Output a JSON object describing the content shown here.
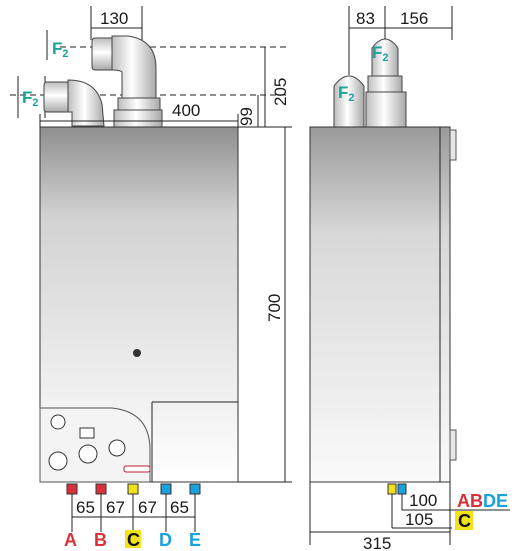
{
  "front_view": {
    "dimensions": {
      "flue_offset": "130",
      "flue_height": "205",
      "flue_to_top": "99",
      "width": "400",
      "height": "700"
    },
    "flue_marks": [
      "F",
      "F"
    ],
    "connection_spacing": [
      "65",
      "67",
      "67",
      "65"
    ],
    "connections": [
      {
        "letter": "A",
        "color": "#d9303a"
      },
      {
        "letter": "B",
        "color": "#d9303a"
      },
      {
        "letter": "C",
        "color": "#111111",
        "highlight": "#f2e21b"
      },
      {
        "letter": "D",
        "color": "#1aa2dc"
      },
      {
        "letter": "E",
        "color": "#1aa2dc"
      }
    ]
  },
  "side_view": {
    "dimensions": {
      "flue_offset_a": "83",
      "flue_offset_b": "156",
      "depth": "315",
      "conn_depth_1": "100",
      "conn_depth_2": "105"
    },
    "flue_marks": [
      "F",
      "F"
    ],
    "conn_label_1": [
      {
        "letter": "A",
        "color": "#d9303a"
      },
      {
        "letter": "B",
        "color": "#d9303a"
      },
      {
        "letter": "D",
        "color": "#1aa2dc"
      },
      {
        "letter": "E",
        "color": "#1aa2dc"
      }
    ],
    "conn_label_2": {
      "letter": "C",
      "color": "#111111",
      "highlight": "#f2e21b"
    }
  },
  "flue_subscript": "2",
  "colors": {
    "accent_teal": "#1aa49a",
    "hot_red": "#d9303a",
    "cold_blue": "#1aa2dc",
    "gas_yellow": "#f2e21b"
  }
}
